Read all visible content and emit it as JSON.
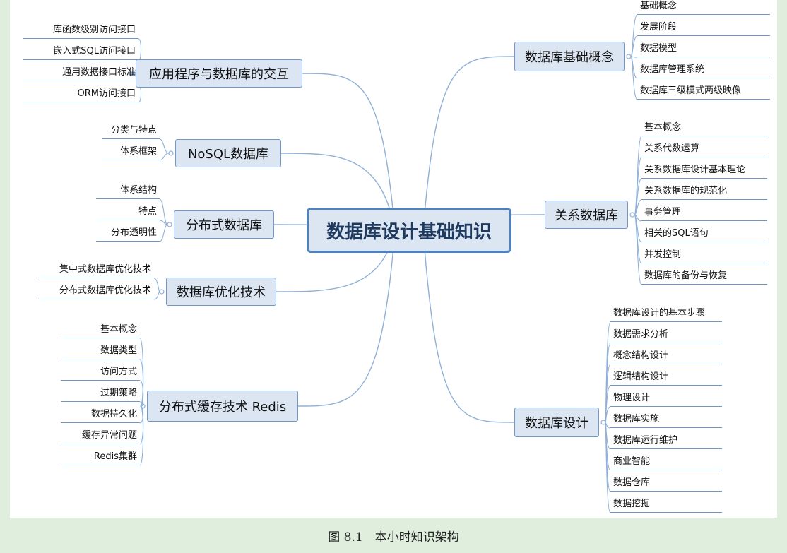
{
  "central": "数据库设计基础知识",
  "branches_left": [
    {
      "label": "应用程序与数据库的交互",
      "children": [
        "库函数级别访问接口",
        "嵌入式SQL访问接口",
        "通用数据接口标准",
        "ORM访问接口"
      ]
    },
    {
      "label": "NoSQL数据库",
      "children": [
        "分类与特点",
        "体系框架"
      ]
    },
    {
      "label": "分布式数据库",
      "children": [
        "体系结构",
        "特点",
        "分布透明性"
      ]
    },
    {
      "label": "数据库优化技术",
      "children": [
        "集中式数据库优化技术",
        "分布式数据库优化技术"
      ]
    },
    {
      "label": "分布式缓存技术 Redis",
      "children": [
        "基本概念",
        "数据类型",
        "访问方式",
        "过期策略",
        "数据持久化",
        "缓存异常问题",
        "Redis集群"
      ]
    }
  ],
  "branches_right": [
    {
      "label": "数据库基础概念",
      "children": [
        "基础概念",
        "发展阶段",
        "数据模型",
        "数据库管理系统",
        "数据库三级模式两级映像"
      ]
    },
    {
      "label": "关系数据库",
      "children": [
        "基本概念",
        "关系代数运算",
        "关系数据库设计基本理论",
        "关系数据库的规范化",
        "事务管理",
        "相关的SQL语句",
        "并发控制",
        "数据库的备份与恢复"
      ]
    },
    {
      "label": "数据库设计",
      "children": [
        "数据库设计的基本步骤",
        "数据需求分析",
        "概念结构设计",
        "逻辑结构设计",
        "物理设计",
        "数据库实施",
        "数据库运行维护",
        "商业智能",
        "数据仓库",
        "数据挖掘"
      ]
    }
  ],
  "caption": "图 8.1　本小时知识架构",
  "colors": {
    "background": "#dfeedd",
    "node_fill": "#dce6f3",
    "border": "#4f81bd",
    "link": "#8fb0d8"
  }
}
